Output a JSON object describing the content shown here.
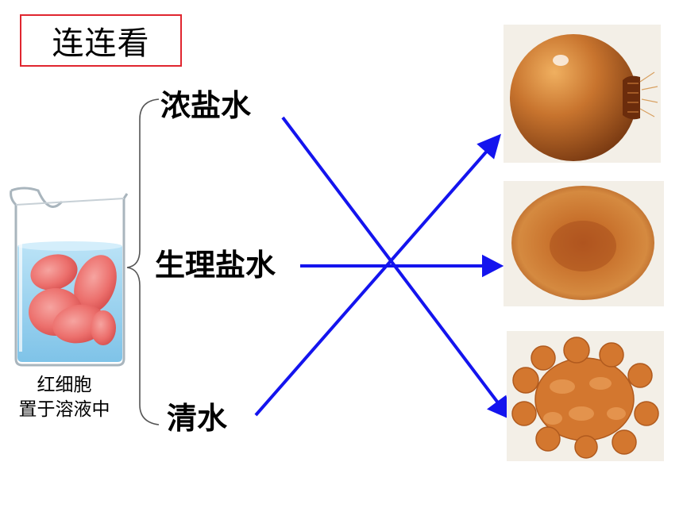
{
  "title": "连连看",
  "solutions": {
    "concentrated": "浓盐水",
    "physiological": "生理盐水",
    "water": "清水"
  },
  "caption": {
    "line1": "红细胞",
    "line2": "置于溶液中"
  },
  "colors": {
    "arrow": "#1414ee",
    "title_border": "#e0262f",
    "cell_main": "#c3662a",
    "beaker_liquid": "#9fd3ef"
  },
  "connections": [
    {
      "from": "浓盐水",
      "to": "shrunken-cell"
    },
    {
      "from": "生理盐水",
      "to": "normal-cell"
    },
    {
      "from": "清水",
      "to": "swollen-cell"
    }
  ]
}
